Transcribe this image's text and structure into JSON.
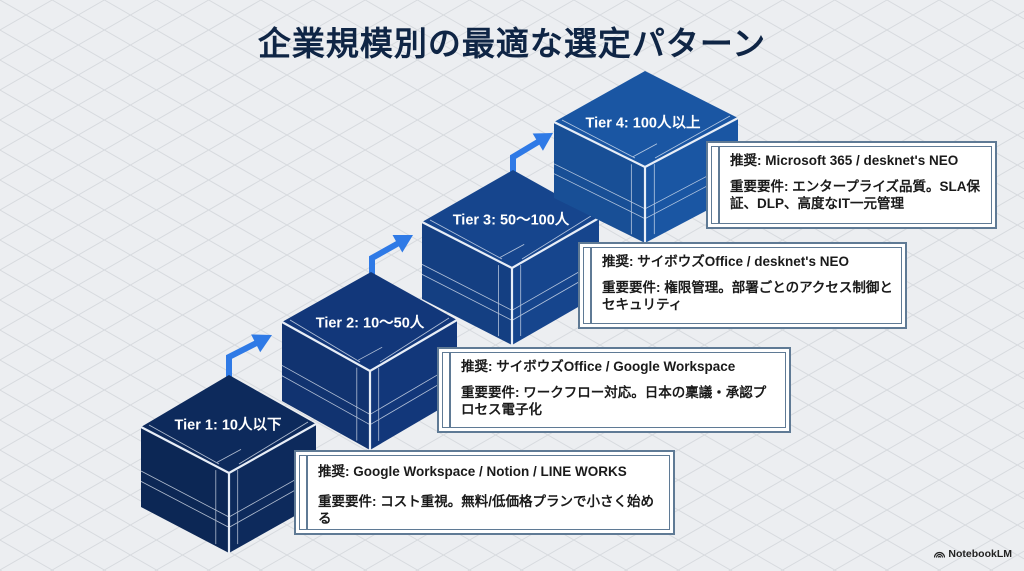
{
  "title": "企業規模別の最適な選定パターン",
  "colors": {
    "background": "#eceef1",
    "grid": "#d5d8dd",
    "title": "#0f2545",
    "arrow": "#2f7ae6",
    "edge": "#e8eef7",
    "tier_fills": [
      "#0d2a5c",
      "#12377a",
      "#16458d",
      "#1a56a3"
    ]
  },
  "tiers": [
    {
      "label": "Tier 1: 10人以下",
      "recommendation": "推奨: Google Workspace / Notion / LINE WORKS",
      "requirement": "重要要件: コスト重視。無料/低価格プランで小さく始める"
    },
    {
      "label": "Tier 2: 10〜50人",
      "recommendation": "推奨: サイボウズOffice / Google Workspace",
      "requirement": "重要要件: ワークフロー対応。日本の稟議・承認プロセス電子化"
    },
    {
      "label": "Tier 3: 50〜100人",
      "recommendation": "推奨: サイボウズOffice / desknet's NEO",
      "requirement": "重要要件: 権限管理。部署ごとのアクセス制御とセキュリティ"
    },
    {
      "label": "Tier 4: 100人以上",
      "recommendation": "推奨: Microsoft 365 / desknet's NEO",
      "requirement": "重要要件: エンタープライズ品質。SLA保証、DLP、高度なIT一元管理"
    }
  ],
  "branding": {
    "name": "NotebookLM",
    "icon": "notebooklm-logo-icon"
  }
}
